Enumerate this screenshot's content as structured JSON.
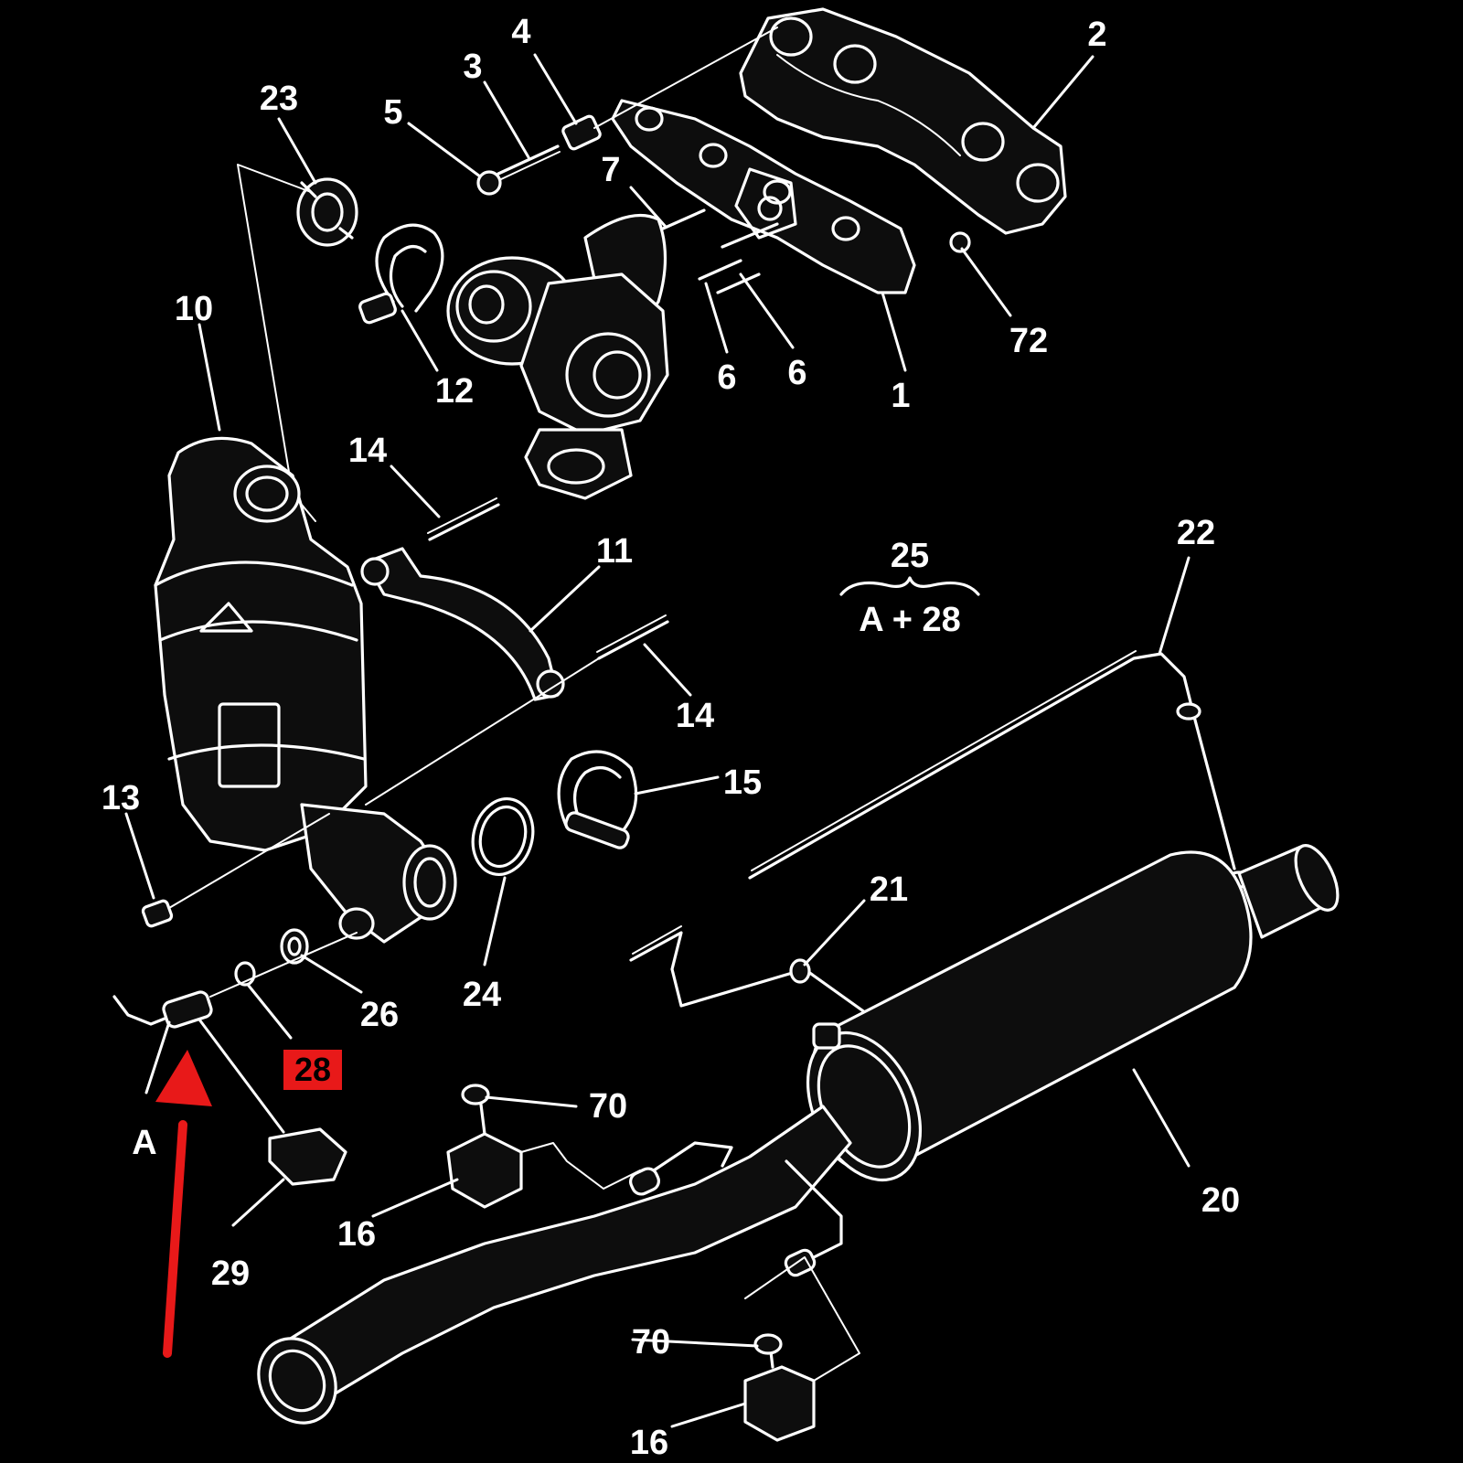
{
  "colors": {
    "background": "#000000",
    "line": "#ffffff",
    "highlight": "#e81919",
    "arrow": "#e81919"
  },
  "labels": {
    "l1": "1",
    "l2": "2",
    "l3": "3",
    "l4": "4",
    "l5": "5",
    "l6a": "6",
    "l6b": "6",
    "l7": "7",
    "l10": "10",
    "l11": "11",
    "l12": "12",
    "l13": "13",
    "l14a": "14",
    "l14b": "14",
    "l15": "15",
    "l16a": "16",
    "l16b": "16",
    "l20": "20",
    "l21": "21",
    "l22": "22",
    "l23": "23",
    "l24": "24",
    "l25": "25",
    "l26": "26",
    "l28": "28",
    "l29": "29",
    "l70a": "70",
    "l70b": "70",
    "l72": "72",
    "lA": "A"
  },
  "kit_note": {
    "number": "25",
    "contents": "A + 28"
  },
  "highlighted_part": "28"
}
